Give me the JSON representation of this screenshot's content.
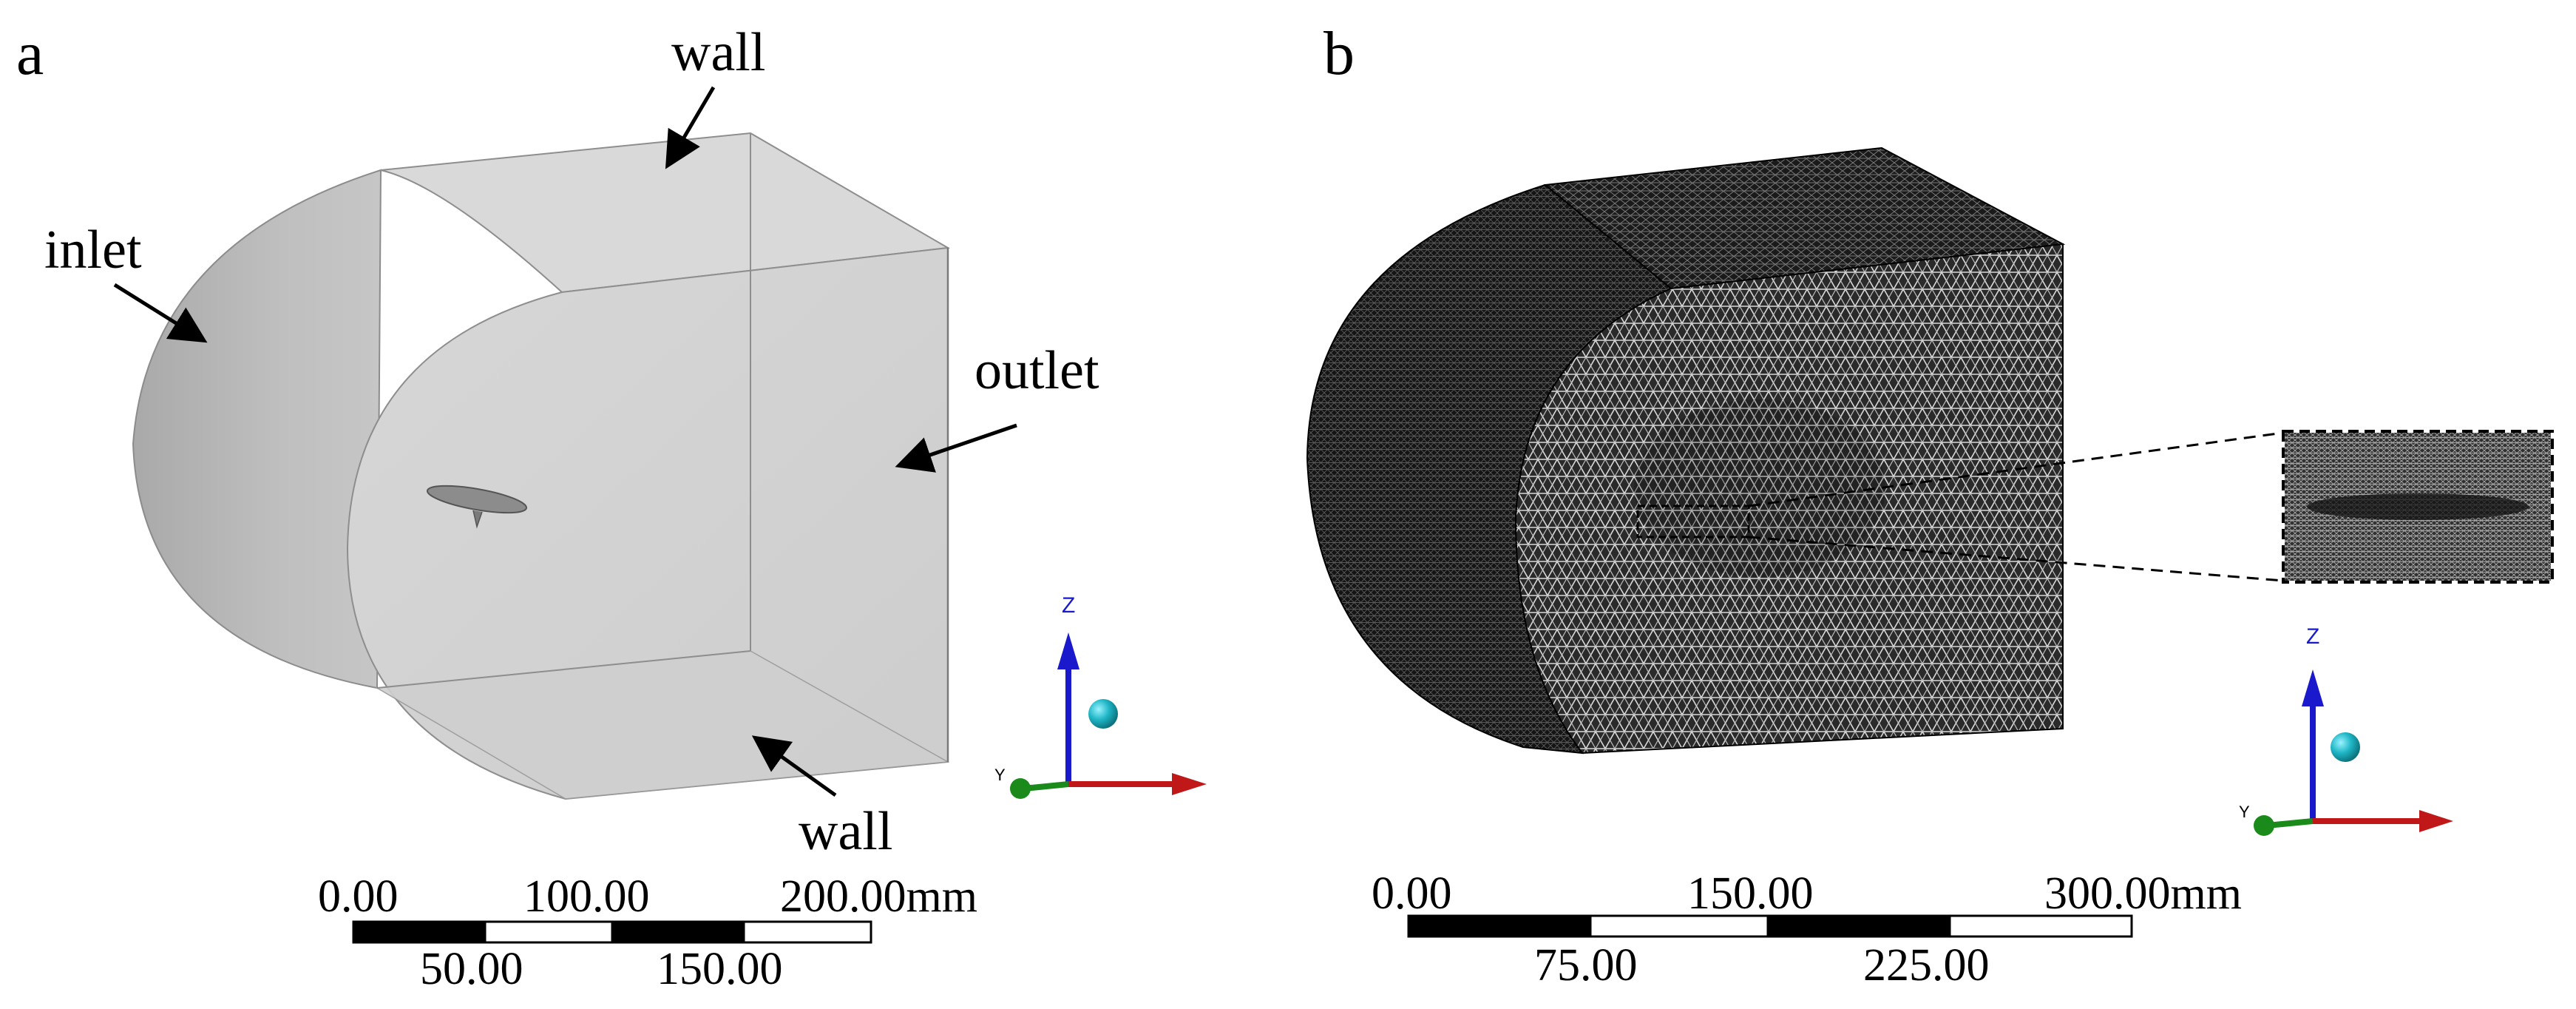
{
  "panels": {
    "a": {
      "letter": "a",
      "labels": {
        "wall_top": "wall",
        "inlet": "inlet",
        "outlet": "outlet",
        "wall_bottom": "wall"
      },
      "scale_bar": {
        "top_ticks": [
          "0.00",
          "100.00",
          "200.00mm"
        ],
        "bottom_ticks": [
          "50.00",
          "150.00"
        ]
      },
      "axis": {
        "z": "Z",
        "y": "Y"
      }
    },
    "b": {
      "letter": "b",
      "scale_bar": {
        "top_ticks": [
          "0.00",
          "150.00",
          "300.00mm"
        ],
        "bottom_ticks": [
          "75.00",
          "225.00"
        ]
      },
      "axis": {
        "z": "Z",
        "y": "Y"
      }
    }
  },
  "colors": {
    "geometry_face": "#d4d4d4",
    "geometry_side": "#bdbdbd",
    "mesh_dark": "#1e1e1e",
    "mesh_light": "#cfcfcf",
    "axis_z": "#1a1acc",
    "axis_x": "#c01818",
    "axis_y": "#1a8a1a",
    "axis_ball": "#1fb6c6"
  }
}
